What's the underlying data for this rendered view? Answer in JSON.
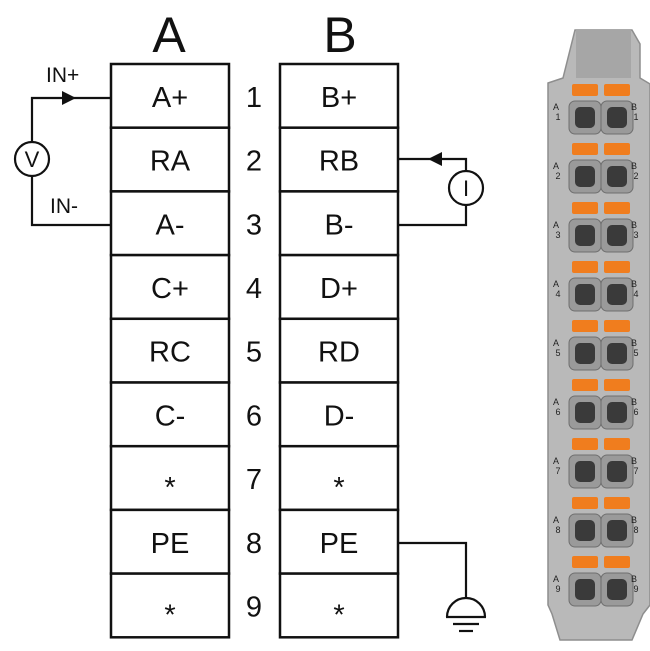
{
  "columns": {
    "a": {
      "header": "A",
      "cells": [
        "A+",
        "RA",
        "A-",
        "C+",
        "RC",
        "C-",
        "*",
        "PE",
        "*"
      ]
    },
    "b": {
      "header": "B",
      "cells": [
        "B+",
        "RB",
        "B-",
        "D+",
        "RD",
        "D-",
        "*",
        "PE",
        "*"
      ]
    }
  },
  "terminal_numbers": [
    "1",
    "2",
    "3",
    "4",
    "5",
    "6",
    "7",
    "8",
    "9"
  ],
  "voltmeter": {
    "symbol": "V",
    "in_plus": "IN+",
    "in_minus": "IN-"
  },
  "current_source": {
    "symbol": "I"
  },
  "ground_icon": "earth-ground-icon",
  "connector": {
    "side_labels": [
      "A\n1",
      "B\n1",
      "A\n2",
      "B\n2",
      "A\n3",
      "B\n3",
      "A\n4",
      "B\n4",
      "A\n5",
      "B\n5",
      "A\n6",
      "B\n6",
      "A\n7",
      "B\n7",
      "A\n8",
      "B\n8",
      "A\n9",
      "B\n9"
    ],
    "colors": {
      "housing": "#b9b9b9",
      "housing_dark": "#8e8e8e",
      "lever": "#f07d1e",
      "hole": "#3a3a3a"
    }
  }
}
